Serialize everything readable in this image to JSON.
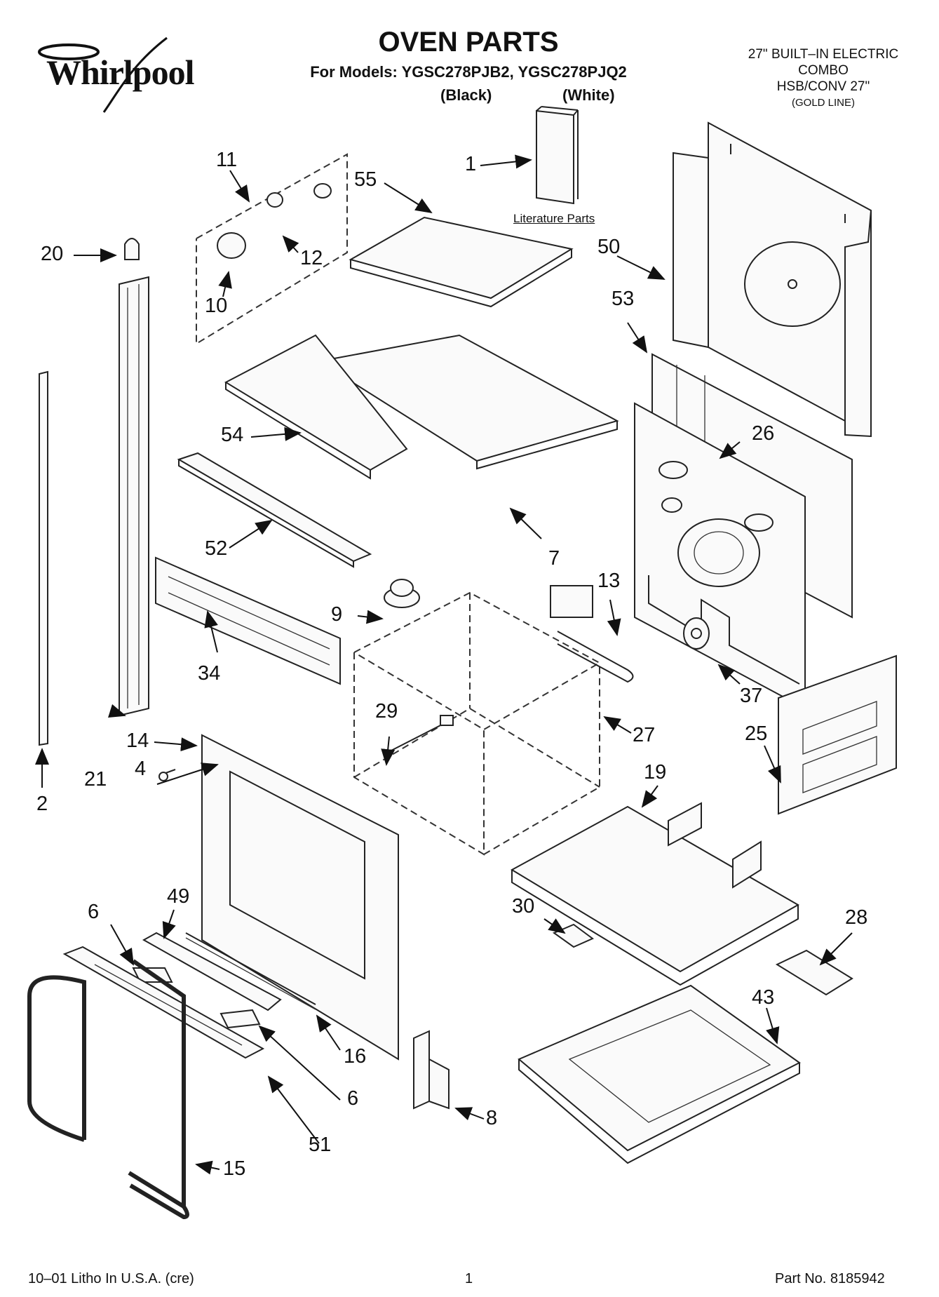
{
  "header": {
    "brand": "Whirlpool",
    "title": "OVEN PARTS",
    "models_line": "For Models: YGSC278PJB2, YGSC278PJQ2",
    "variant_black": "(Black)",
    "variant_white": "(White)",
    "product_line1": "27\" BUILT–IN ELECTRIC",
    "product_line2": "COMBO",
    "product_line3": "HSB/CONV 27\"",
    "product_line4": "(GOLD LINE)"
  },
  "literature_label": "Literature Parts",
  "callouts": {
    "c1": "1",
    "c2": "2",
    "c4": "4",
    "c6a": "6",
    "c6b": "6",
    "c7": "7",
    "c8": "8",
    "c9": "9",
    "c10": "10",
    "c11": "11",
    "c12": "12",
    "c13": "13",
    "c14": "14",
    "c15": "15",
    "c16": "16",
    "c19": "19",
    "c20": "20",
    "c21": "21",
    "c25": "25",
    "c26": "26",
    "c27": "27",
    "c28": "28",
    "c29": "29",
    "c30": "30",
    "c34": "34",
    "c37": "37",
    "c43": "43",
    "c49": "49",
    "c50": "50",
    "c51": "51",
    "c52": "52",
    "c53": "53",
    "c54": "54",
    "c55": "55"
  },
  "footer": {
    "left": "10–01 Litho In U.S.A. (cre)",
    "page": "1",
    "part_no": "Part No. 8185942"
  }
}
